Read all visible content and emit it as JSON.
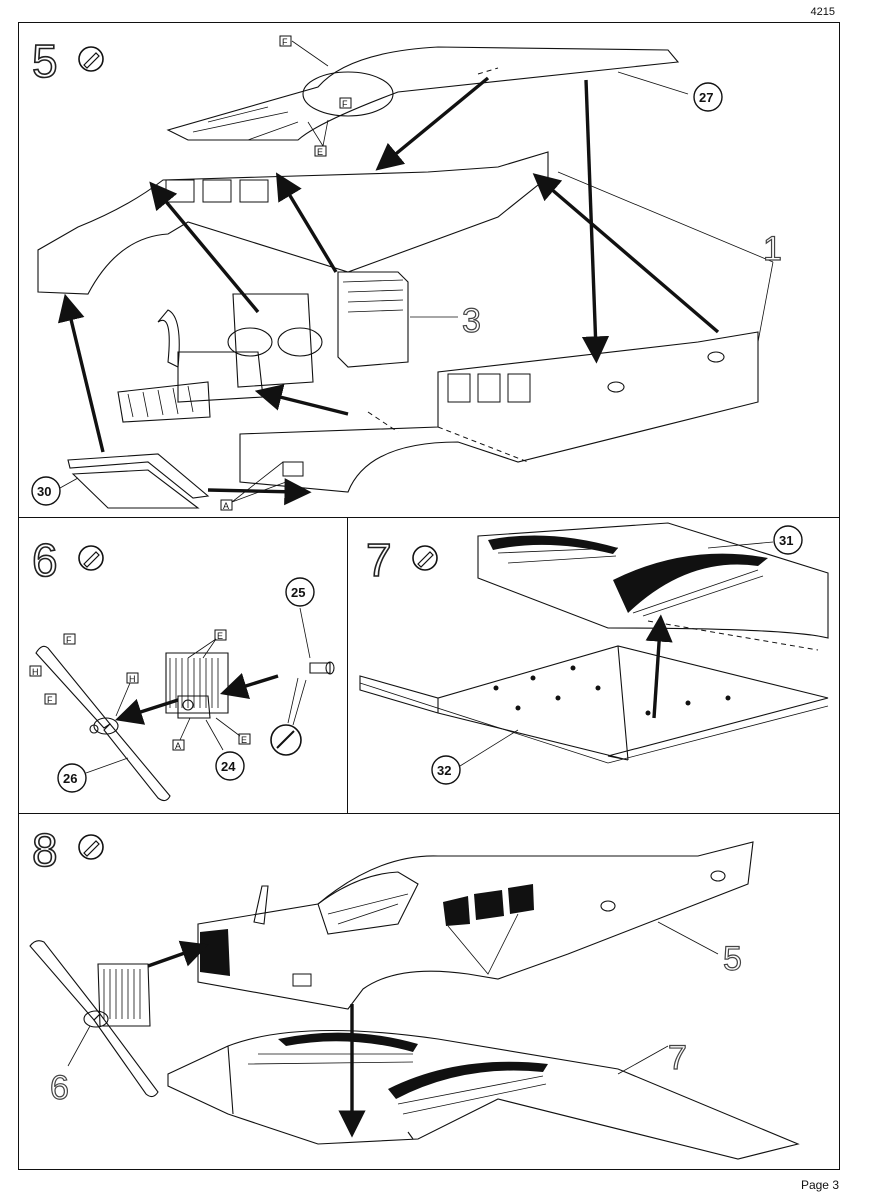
{
  "header": {
    "doc_number": "4215"
  },
  "footer": {
    "page_label": "Page 3"
  },
  "steps": [
    {
      "number": "5",
      "callouts": [
        "27",
        "1",
        "3",
        "30"
      ],
      "flags": [
        "F",
        "F",
        "E",
        "A"
      ]
    },
    {
      "number": "6",
      "callouts": [
        "25",
        "24",
        "26"
      ],
      "flags": [
        "F",
        "H",
        "F",
        "H",
        "E",
        "A",
        "E"
      ]
    },
    {
      "number": "7",
      "callouts": [
        "31",
        "32"
      ]
    },
    {
      "number": "8",
      "callouts": [
        "5",
        "6",
        "7"
      ]
    }
  ]
}
